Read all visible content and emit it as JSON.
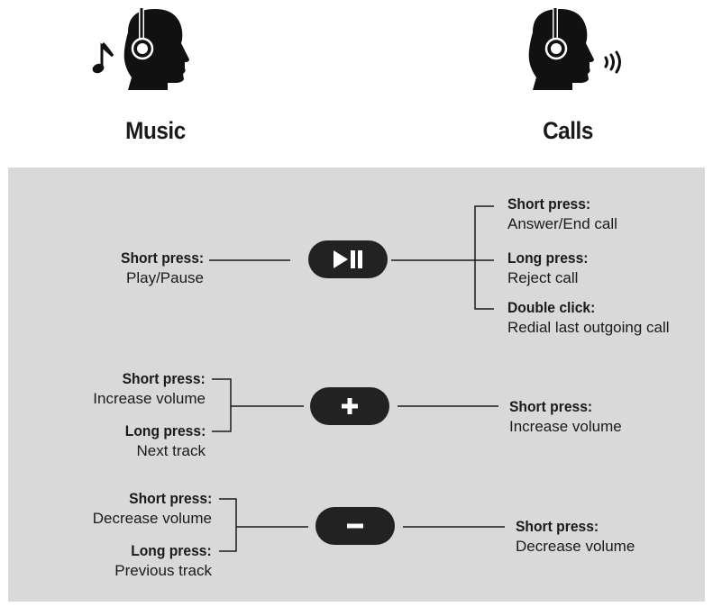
{
  "headings": {
    "music": "Music",
    "calls": "Calls"
  },
  "icons": {
    "music_head": "headphones-head-music-icon",
    "calls_head": "headphones-head-calls-icon",
    "note": "music-note-icon",
    "sound": "sound-waves-icon"
  },
  "play_row": {
    "music": {
      "action": "Short press:",
      "desc": "Play/Pause"
    },
    "calls": [
      {
        "action": "Short press:",
        "desc": "Answer/End call"
      },
      {
        "action": "Long press:",
        "desc": "Reject call"
      },
      {
        "action": "Double click:",
        "desc": "Redial last outgoing call"
      }
    ]
  },
  "plus_row": {
    "music": [
      {
        "action": "Short press:",
        "desc": "Increase volume"
      },
      {
        "action": "Long press:",
        "desc": "Next track"
      }
    ],
    "calls": {
      "action": "Short press:",
      "desc": "Increase volume"
    }
  },
  "minus_row": {
    "music": [
      {
        "action": "Short press:",
        "desc": "Decrease volume"
      },
      {
        "action": "Long press:",
        "desc": "Previous track"
      }
    ],
    "calls": {
      "action": "Short press:",
      "desc": "Decrease volume"
    }
  },
  "colors": {
    "panel": "#d9d9d9",
    "ink": "#1a1a1a",
    "button": "#222222"
  }
}
